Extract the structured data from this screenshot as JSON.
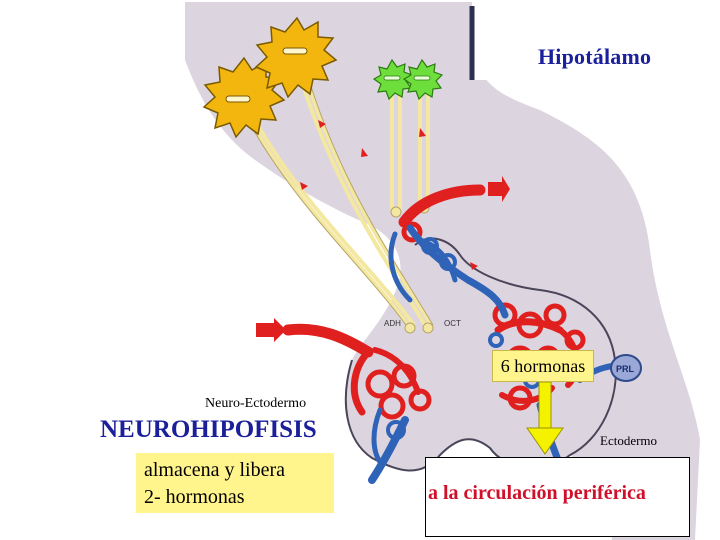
{
  "labels": {
    "hipotalamo": "Hipotálamo",
    "neuro_ectodermo": "Neuro-Ectodermo",
    "neurohipofisis": "NEUROHIPOFISIS",
    "ectodermo": "Ectodermo",
    "seis_hormonas": "6 hormonas",
    "almacena_line1": "almacena y libera",
    "almacena_line2": "2- hormonas",
    "circulacion": "a la circulación periférica",
    "adh": "ADH",
    "oct": "OCT",
    "prl": "PRL"
  },
  "colors": {
    "tissue": "#dcd5e0",
    "artery_red": "#e0201e",
    "vein_blue": "#2f63b8",
    "neuron_orange": "#f2b60f",
    "neuron_green": "#6ede3c",
    "axon_cream": "#f4e7a0",
    "highlight_yellow": "#fff58c",
    "title_blue": "#1b1f9a"
  },
  "icons": [
    "large-neuron-icon",
    "small-neuron-icon",
    "red-arrow-icon",
    "down-arrow-icon"
  ]
}
